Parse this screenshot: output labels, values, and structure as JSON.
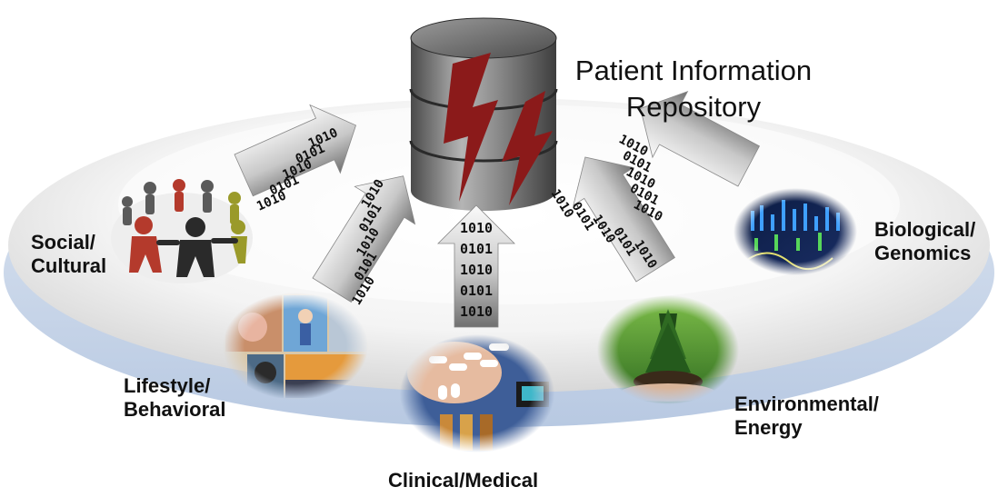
{
  "title": {
    "line1": "Patient Information",
    "line2": "Repository"
  },
  "sources": {
    "social": {
      "line1": "Social/",
      "line2": "Cultural"
    },
    "lifestyle": {
      "line1": "Lifestyle/",
      "line2": "Behavioral"
    },
    "clinical": {
      "line1": "Clinical/Medical"
    },
    "environmental": {
      "line1": "Environmental/",
      "line2": "Energy"
    },
    "biological": {
      "line1": "Biological/",
      "line2": "Genomics"
    }
  },
  "arrows": {
    "social": [
      "1010",
      "0101",
      "1010",
      "0101",
      "1010"
    ],
    "lifestyle": [
      "1010",
      "0101",
      "1010",
      "0101",
      "1010"
    ],
    "clinical": [
      "1010",
      "0101",
      "1010",
      "0101",
      "1010"
    ],
    "environmental": [
      "1010",
      "0101",
      "1010",
      "0101",
      "1010"
    ],
    "biological": [
      "1010",
      "0101",
      "1010",
      "0101",
      "1010"
    ]
  },
  "colors": {
    "database_body": "#7a7a7a",
    "lightning": "#8b1a1a",
    "ring_shadow": "#c9d6e8",
    "arrow_light": "#f2f2f2",
    "arrow_dark": "#6e6e6e"
  },
  "icons": {
    "social": "people-circle-icon",
    "lifestyle": "lifestyle-photo-collage-icon",
    "clinical": "medical-pills-icon",
    "environmental": "seedling-icon",
    "biological": "genome-sequence-icon",
    "repository": "database-icon"
  }
}
